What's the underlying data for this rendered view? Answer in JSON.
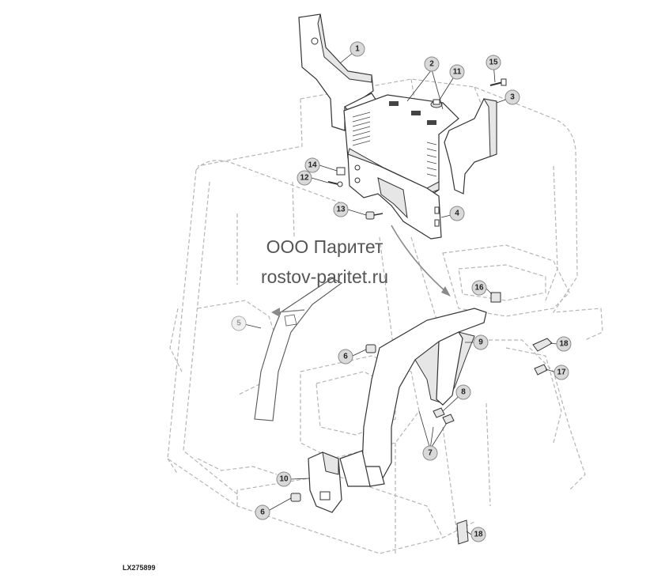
{
  "watermark": {
    "line1": "ООО Паритет",
    "line2": "rostov-paritet.ru"
  },
  "drawing_id": "LX275899",
  "callouts": [
    {
      "key": "c1",
      "label": "1"
    },
    {
      "key": "c2",
      "label": "2"
    },
    {
      "key": "c3",
      "label": "3"
    },
    {
      "key": "c4",
      "label": "4"
    },
    {
      "key": "c5",
      "label": "5"
    },
    {
      "key": "c6a",
      "label": "6"
    },
    {
      "key": "c6b",
      "label": "6"
    },
    {
      "key": "c7",
      "label": "7"
    },
    {
      "key": "c8",
      "label": "8"
    },
    {
      "key": "c9",
      "label": "9"
    },
    {
      "key": "c10",
      "label": "10"
    },
    {
      "key": "c11",
      "label": "11"
    },
    {
      "key": "c12",
      "label": "12"
    },
    {
      "key": "c13",
      "label": "13"
    },
    {
      "key": "c14",
      "label": "14"
    },
    {
      "key": "c15",
      "label": "15"
    },
    {
      "key": "c16",
      "label": "16"
    },
    {
      "key": "c17",
      "label": "17"
    },
    {
      "key": "c18a",
      "label": "18"
    },
    {
      "key": "c18b",
      "label": "18"
    }
  ]
}
